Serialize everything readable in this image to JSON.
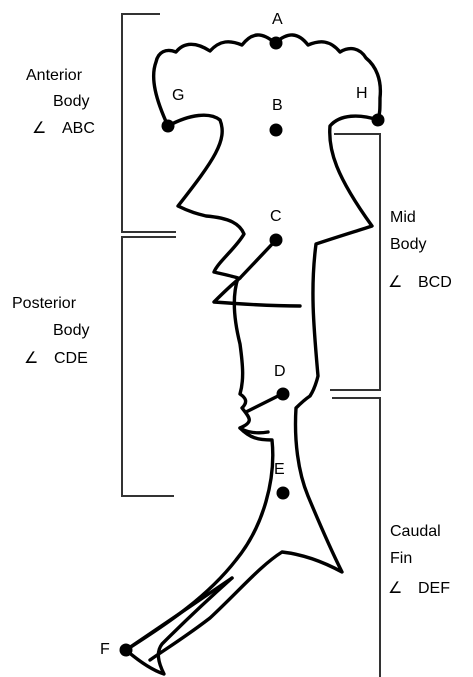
{
  "points": {
    "A": "A",
    "B": "B",
    "C": "C",
    "D": "D",
    "E": "E",
    "F": "F",
    "G": "G",
    "H": "H"
  },
  "sections": {
    "anterior": {
      "line1": "Anterior",
      "line2": "Body",
      "angle_symbol": "∠",
      "angle": "ABC"
    },
    "mid": {
      "line1": "Mid",
      "line2": "Body",
      "angle_symbol": "∠",
      "angle": "BCD"
    },
    "posterior": {
      "line1": "Posterior",
      "line2": "Body",
      "angle_symbol": "∠",
      "angle": "CDE"
    },
    "caudal": {
      "line1": "Caudal",
      "line2": "Fin",
      "angle_symbol": "∠",
      "angle": "DEF"
    }
  },
  "colors": {
    "ink": "#000000",
    "bracket": "#333333",
    "background": "#ffffff"
  }
}
